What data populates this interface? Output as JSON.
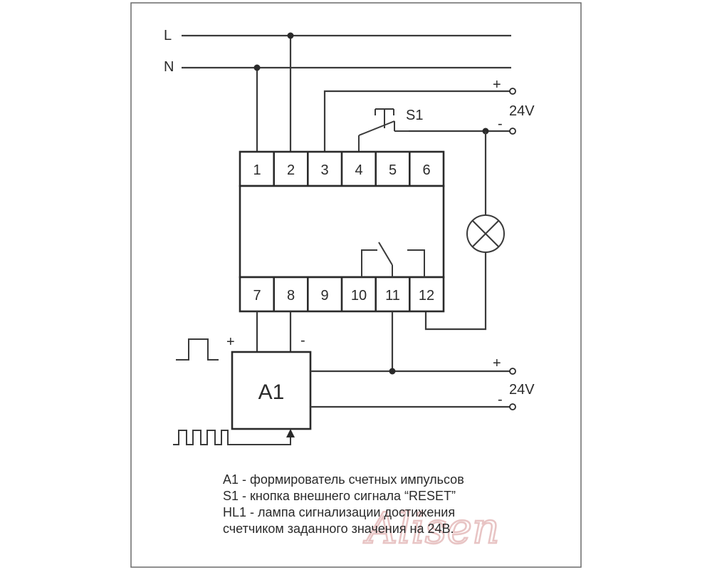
{
  "lines": {
    "L": "L",
    "N": "N"
  },
  "supply_top": {
    "plus": "+",
    "minus": "-",
    "voltage": "24V"
  },
  "supply_bottom": {
    "plus": "+",
    "minus": "-",
    "voltage": "24V"
  },
  "switch_label": "S1",
  "terminals_top": [
    "1",
    "2",
    "3",
    "4",
    "5",
    "6"
  ],
  "terminals_bottom": [
    "7",
    "8",
    "9",
    "10",
    "11",
    "12"
  ],
  "a1": {
    "label": "A1",
    "plus": "+",
    "minus": "-"
  },
  "legend": [
    "A1 - формирователь счетных импульсов",
    "S1 - кнопка внешнего сигнала “RESET”",
    "HL1 - лампа сигнализации достижения",
    "счетчиком заданного значения на 24В."
  ],
  "watermark": "Alisen",
  "colors": {
    "line": "#3a3a3a",
    "watermark": "#e8c4c4"
  }
}
